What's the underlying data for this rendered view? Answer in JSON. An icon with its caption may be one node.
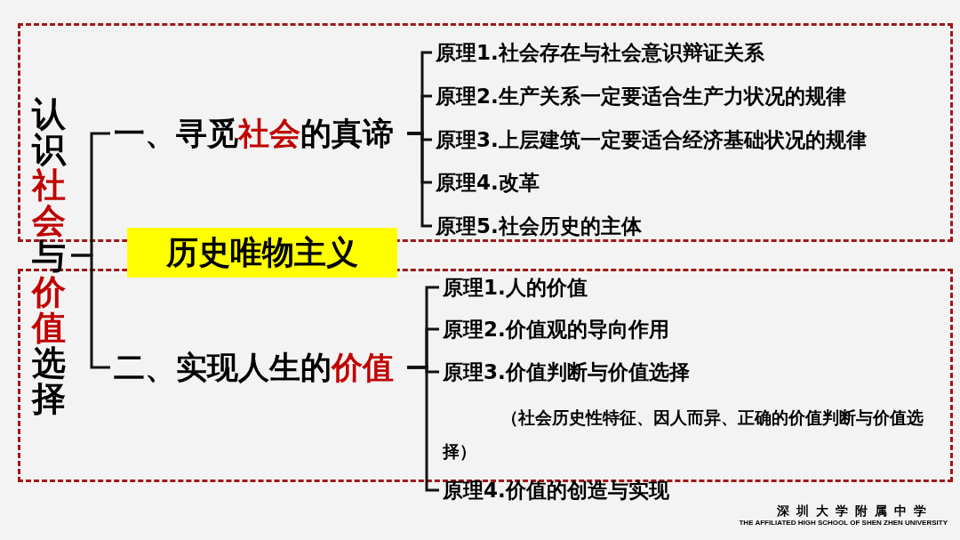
{
  "diagram": {
    "nodes": [
      {
        "text": [
          "认识**社会**与**价值**选择"
        ]
      },
      {
        "text": [
          "一、寻觅**社会**的真谛"
        ]
      },
      {
        "text": [
          "二、实现人生的**价值**"
        ]
      },
      {
        "text": [
          "原理1.社会存在与社会意识辩证关系"
        ]
      },
      {
        "text": [
          "原理2.生产关系一定要适合生产力状况的规律"
        ]
      },
      {
        "text": [
          "原理3.上层建筑一定要适合经济基础状况的规律"
        ]
      },
      {
        "text": [
          "原理4.改革"
        ]
      },
      {
        "text": [
          "原理5.社会历史的主体"
        ]
      },
      {
        "text": [
          "原理1.人的价值"
        ]
      },
      {
        "text": [
          "原理2.价值观的导向作用"
        ]
      },
      {
        "text": [
          "原理3.价值判断与价值选择"
        ],
        "beside": [
          "（社会历史性特征、因人而异、正确的价值判断与价值选择）"
        ]
      },
      {
        "text": [
          "原理4.价值的创造与实现"
        ]
      },
      {
        "text": [
          "历史唯物主义"
        ]
      }
    ],
    "edges": [
      {
        "from": 0,
        "to": 1,
        "arrow": "none"
      },
      {
        "from": 0,
        "to": 2,
        "arrow": "none"
      },
      {
        "from": 1,
        "to": 3,
        "arrow": "none"
      },
      {
        "from": 1,
        "to": 4,
        "arrow": "none"
      },
      {
        "from": 1,
        "to": 5,
        "arrow": "none"
      },
      {
        "from": 1,
        "to": 6,
        "arrow": "none"
      },
      {
        "from": 1,
        "to": 7,
        "arrow": "none"
      },
      {
        "from": 2,
        "to": 8,
        "arrow": "none"
      },
      {
        "from": 2,
        "to": 9,
        "arrow": "none"
      },
      {
        "from": 2,
        "to": 10,
        "arrow": "none"
      },
      {
        "from": 2,
        "to": 11,
        "arrow": "none"
      }
    ],
    "labels": [
      "深圳大学附属中学",
      "THE AFFILIATED HIGH SCHOOL OF SHEN ZHEN UNIVERSITY"
    ]
  }
}
